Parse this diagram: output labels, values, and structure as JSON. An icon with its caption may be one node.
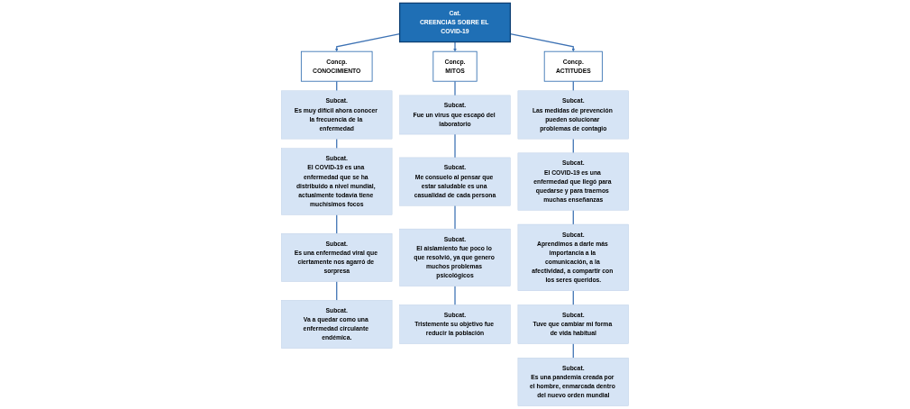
{
  "diagram": {
    "nodes": [
      {
        "text": [
          "Cat.",
          "CREENCIAS SOBRE EL COVID-19"
        ]
      },
      {
        "text": [
          "Concp.",
          "CONOCIMIENTO"
        ]
      },
      {
        "text": [
          "Subcat.",
          "Es muy difícil ahora conocer la frecuencia de la enfermedad"
        ]
      },
      {
        "text": [
          "Subcat.",
          "El COVID-19 es una enfermedad que se ha distribuido a nivel mundial, actualmente todavía tiene muchísimos focos"
        ]
      },
      {
        "text": [
          "Subcat.",
          "Es una enfermedad viral que ciertamente nos agarró de sorpresa"
        ]
      },
      {
        "text": [
          "Subcat.",
          "Va a quedar como una enfermedad circulante endémica."
        ]
      },
      {
        "text": [
          "Concp.",
          "MITOS"
        ]
      },
      {
        "text": [
          "Subcat.",
          "Fue un virus que escapó del laboratorio"
        ]
      },
      {
        "text": [
          "Subcat.",
          "Me consuelo al pensar que estar saludable es una casualidad de cada persona"
        ]
      },
      {
        "text": [
          "Subcat.",
          "El aislamiento fue poco lo que resolvió, ya que genero muchos problemas psicológicos"
        ]
      },
      {
        "text": [
          "Subcat.",
          "Tristemente su objetivo fue reducir la población"
        ]
      },
      {
        "text": [
          "Concp.",
          "ACTITUDES"
        ]
      },
      {
        "text": [
          "Subcat.",
          "Las medidas de prevención pueden solucionar problemas de contagio"
        ]
      },
      {
        "text": [
          "Subcat.",
          "El COVID-19 es una enfermedad que llegó para quedarse y para traernos muchas enseñanzas"
        ]
      },
      {
        "text": [
          "Subcat.",
          "Aprendimos a darle más importancia a la comunicación, a la afectividad, a compartir con los seres queridos."
        ]
      },
      {
        "text": [
          "Subcat.",
          "Tuve que cambiar mi forma de vida habitual"
        ]
      },
      {
        "text": [
          "Subcat.",
          "Es una pandemia creada por el hombre, enmarcada dentro del nuevo orden mundial"
        ]
      }
    ],
    "edges": [
      {
        "from": 0,
        "to": 1,
        "arrow": "to"
      },
      {
        "from": 0,
        "to": 6,
        "arrow": "to"
      },
      {
        "from": 0,
        "to": 11,
        "arrow": "to"
      },
      {
        "from": 1,
        "to": 2,
        "arrow": "none"
      },
      {
        "from": 2,
        "to": 3,
        "arrow": "none"
      },
      {
        "from": 3,
        "to": 4,
        "arrow": "none"
      },
      {
        "from": 4,
        "to": 5,
        "arrow": "none"
      },
      {
        "from": 6,
        "to": 7,
        "arrow": "none"
      },
      {
        "from": 7,
        "to": 8,
        "arrow": "none"
      },
      {
        "from": 8,
        "to": 9,
        "arrow": "none"
      },
      {
        "from": 9,
        "to": 10,
        "arrow": "none"
      },
      {
        "from": 11,
        "to": 12,
        "arrow": "none"
      },
      {
        "from": 12,
        "to": 13,
        "arrow": "none"
      },
      {
        "from": 13,
        "to": 14,
        "arrow": "none"
      },
      {
        "from": 14,
        "to": 15,
        "arrow": "none"
      },
      {
        "from": 15,
        "to": 16,
        "arrow": "none"
      }
    ]
  }
}
